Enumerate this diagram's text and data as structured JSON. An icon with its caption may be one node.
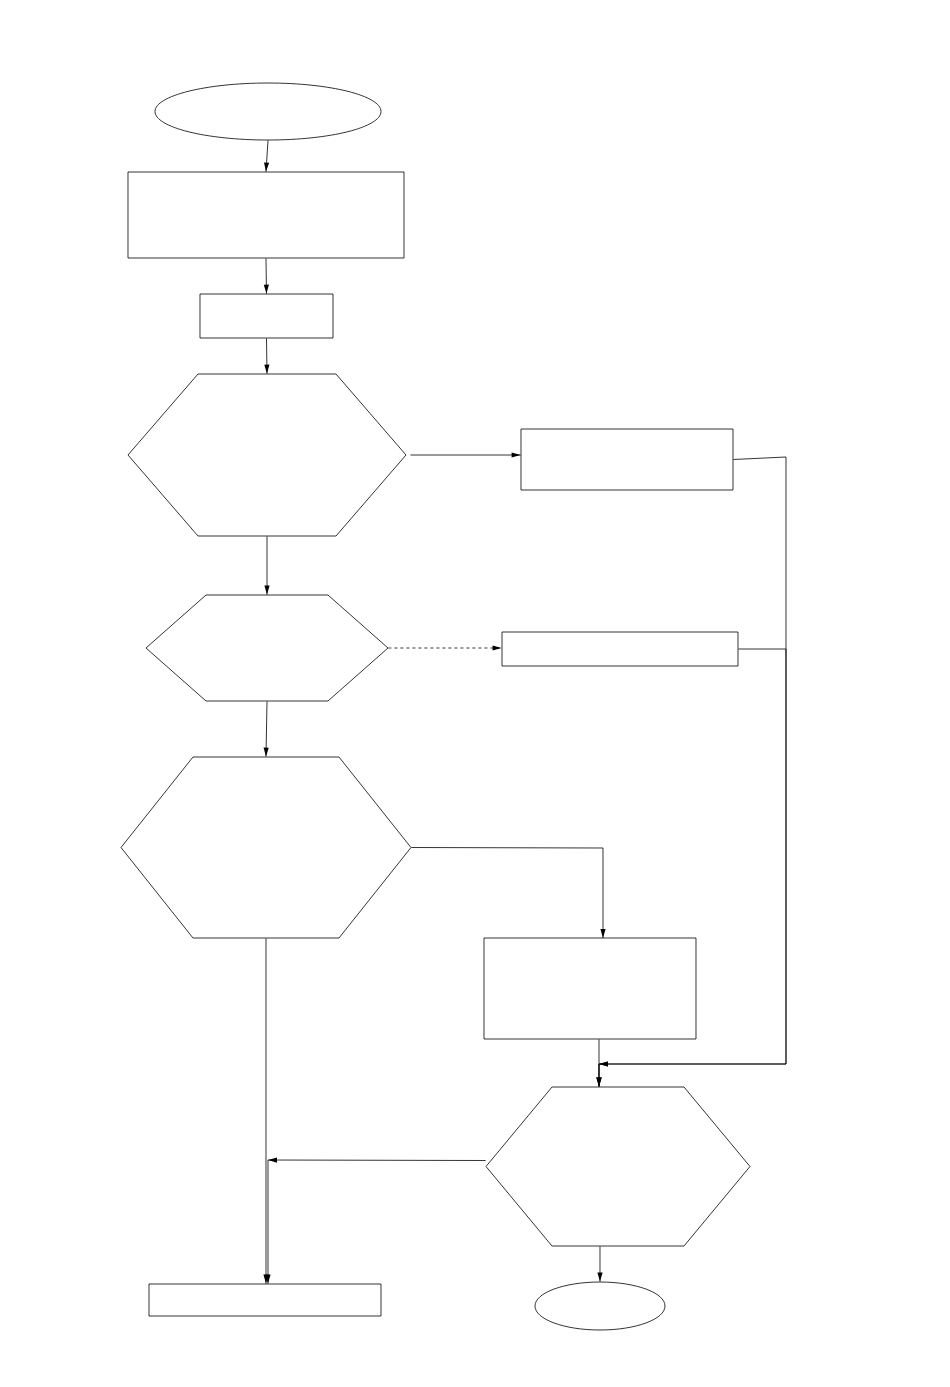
{
  "diagram": {
    "nodes": [
      {
        "text": [],
        "shape": "ellipse"
      },
      {
        "text": [],
        "shape": "box"
      },
      {
        "text": [],
        "shape": "box"
      },
      {
        "text": [],
        "shape": "hexagon"
      },
      {
        "text": [],
        "shape": "box"
      },
      {
        "text": [],
        "shape": "hexagon"
      },
      {
        "text": [],
        "shape": "box"
      },
      {
        "text": [],
        "shape": "hexagon"
      },
      {
        "text": [],
        "shape": "box"
      },
      {
        "text": [],
        "shape": "hexagon"
      },
      {
        "text": [],
        "shape": "box"
      },
      {
        "text": [],
        "shape": "ellipse"
      }
    ],
    "edges": [
      {
        "from": 0,
        "to": 1,
        "arrow": "to"
      },
      {
        "from": 1,
        "to": 2,
        "arrow": "to"
      },
      {
        "from": 2,
        "to": 3,
        "arrow": "to"
      },
      {
        "from": 3,
        "to": 4,
        "arrow": "to"
      },
      {
        "from": 3,
        "to": 5,
        "arrow": "to"
      },
      {
        "from": 5,
        "to": 6,
        "arrow": "to",
        "style": "dashed"
      },
      {
        "from": 5,
        "to": 7,
        "arrow": "to"
      },
      {
        "from": 7,
        "to": 8,
        "arrow": "to"
      },
      {
        "from": 7,
        "to": 10,
        "arrow": "to"
      },
      {
        "from": 9,
        "to": 10,
        "arrow": "to"
      },
      {
        "from": 4,
        "to": 9,
        "arrow": "to"
      },
      {
        "from": 6,
        "to": 9,
        "arrow": "to"
      },
      {
        "from": 8,
        "to": 9,
        "arrow": "to"
      },
      {
        "from": 9,
        "to": 11,
        "arrow": "to"
      }
    ]
  }
}
